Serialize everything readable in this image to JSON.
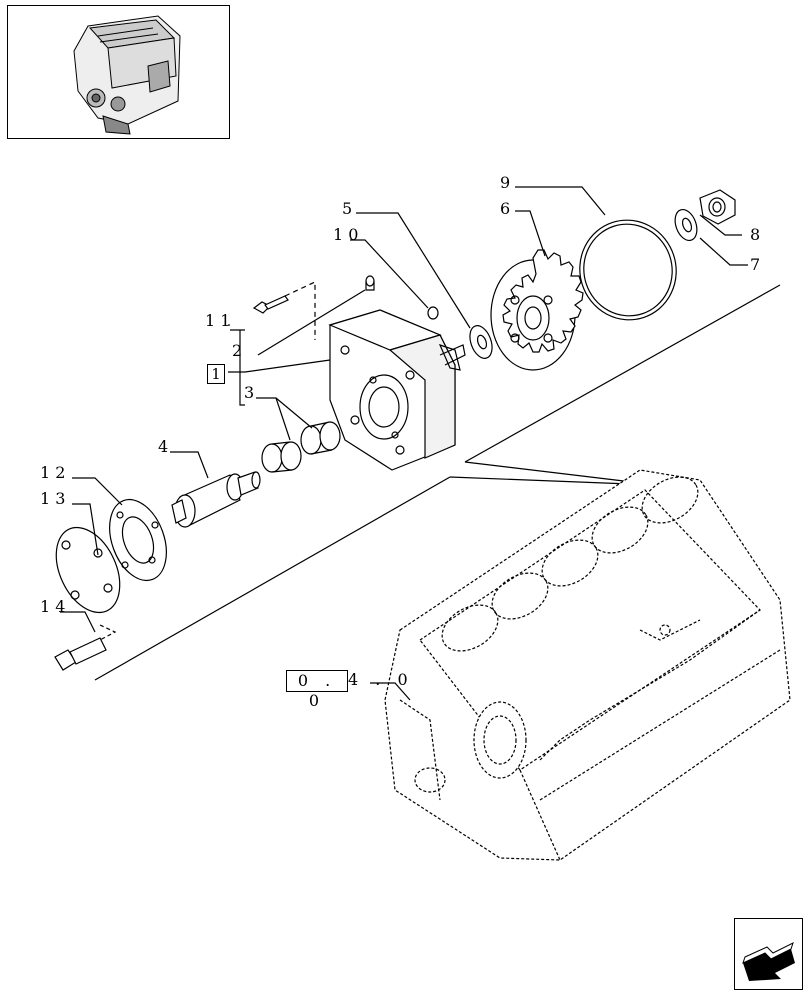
{
  "callouts": {
    "c1": "1",
    "c2": "2",
    "c3": "3",
    "c4": "4",
    "c5": "5",
    "c6": "6",
    "c7": "7",
    "c8": "8",
    "c9": "9",
    "c10": "1 0",
    "c11": "1 1",
    "c12": "1 2",
    "c13": "1 3",
    "c14": "1 4"
  },
  "reference": {
    "boxed": "0 . 0",
    "suffix": "4 . 0"
  },
  "icons": {
    "thumbnail": "engine-thumbnail-icon",
    "nav": "next-page-arrow-icon"
  }
}
